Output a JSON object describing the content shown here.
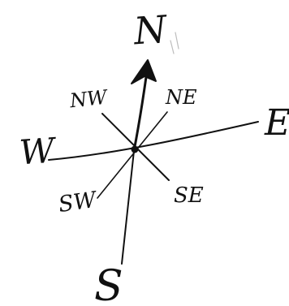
{
  "compass": {
    "north": "N",
    "northeast": "NE",
    "east": "E",
    "southeast": "SE",
    "south": "S",
    "southwest": "SW",
    "west": "W",
    "northwest": "NW"
  },
  "colors": {
    "ink": "#111111",
    "paper": "#ffffff"
  }
}
